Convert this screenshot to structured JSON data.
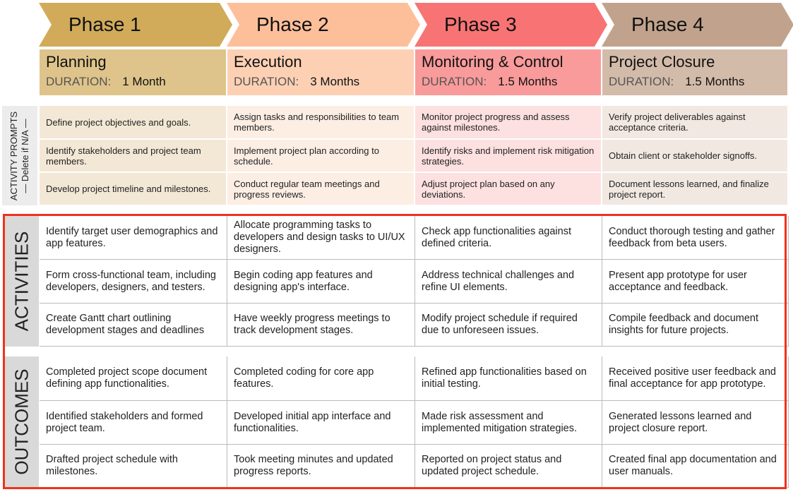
{
  "phases": [
    {
      "name": "Phase 1",
      "title": "Planning",
      "duration_label": "DURATION:",
      "duration": "1 Month",
      "arrow_color": "#d1ab5a",
      "header_color": "#dec48a",
      "prompt_color": "#f3e8d6",
      "prompts": [
        "Define project objectives and goals.",
        "Identify stakeholders and project team members.",
        "Develop project timeline and milestones."
      ],
      "activities": [
        "Identify target user demographics and app features.",
        "Form cross-functional team, including developers, designers, and testers.",
        "Create Gantt chart outlining development stages and deadlines"
      ],
      "outcomes": [
        "Completed project scope document defining app functionalities.",
        "Identified stakeholders and formed project team.",
        "Drafted project schedule with milestones."
      ]
    },
    {
      "name": "Phase 2",
      "title": "Execution",
      "duration_label": "DURATION:",
      "duration": "3 Months",
      "arrow_color": "#fdbf9a",
      "header_color": "#fdd0b4",
      "prompt_color": "#fdeee4",
      "prompts": [
        "Assign tasks and responsibilities to team members.",
        "Implement project plan according to schedule.",
        "Conduct regular team meetings and progress reviews."
      ],
      "activities": [
        "Allocate programming tasks to developers and design tasks to UI/UX designers.",
        "Begin coding app features and designing app's interface.",
        "Have weekly progress meetings to track development stages."
      ],
      "outcomes": [
        "Completed coding for core app features.",
        "Developed initial app interface and functionalities.",
        "Took meeting minutes and updated progress reports."
      ]
    },
    {
      "name": "Phase 3",
      "title": "Monitoring & Control",
      "duration_label": "DURATION:",
      "duration": "1.5 Months",
      "arrow_color": "#f87474",
      "header_color": "#f99b9b",
      "prompt_color": "#fde0e0",
      "prompts": [
        "Monitor project progress and assess against milestones.",
        "Identify risks and implement risk mitigation strategies.",
        "Adjust project plan based on any deviations."
      ],
      "activities": [
        "Check app functionalities against defined criteria.",
        "Address technical challenges and refine UI elements.",
        "Modify project schedule if required due to unforeseen issues."
      ],
      "outcomes": [
        "Refined app functionalities based on initial testing.",
        "Made risk assessment and implemented mitigation strategies.",
        "Reported on project status and updated project schedule."
      ]
    },
    {
      "name": "Phase 4",
      "title": "Project Closure",
      "duration_label": "DURATION:",
      "duration": "1.5 Months",
      "arrow_color": "#c1a38d",
      "header_color": "#d3bbaa",
      "prompt_color": "#f1e8e2",
      "prompts": [
        "Verify project deliverables against acceptance criteria.",
        "Obtain client or stakeholder signoffs.",
        "Document lessons learned, and finalize project report."
      ],
      "activities": [
        "Conduct thorough testing and gather feedback from beta users.",
        "Present app prototype for user acceptance and feedback.",
        "Compile feedback and document insights for future projects."
      ],
      "outcomes": [
        "Received positive user feedback and final acceptance for app prototype.",
        "Generated lessons learned and project closure report.",
        "Created final app documentation and user manuals."
      ]
    }
  ],
  "side_labels": {
    "prompts_line1": "ACTIVITY PROMPTS",
    "prompts_line2": "— Delete if N/A —",
    "activities": "ACTIVITIES",
    "outcomes": "OUTCOMES"
  },
  "highlight_color": "#f0321c"
}
